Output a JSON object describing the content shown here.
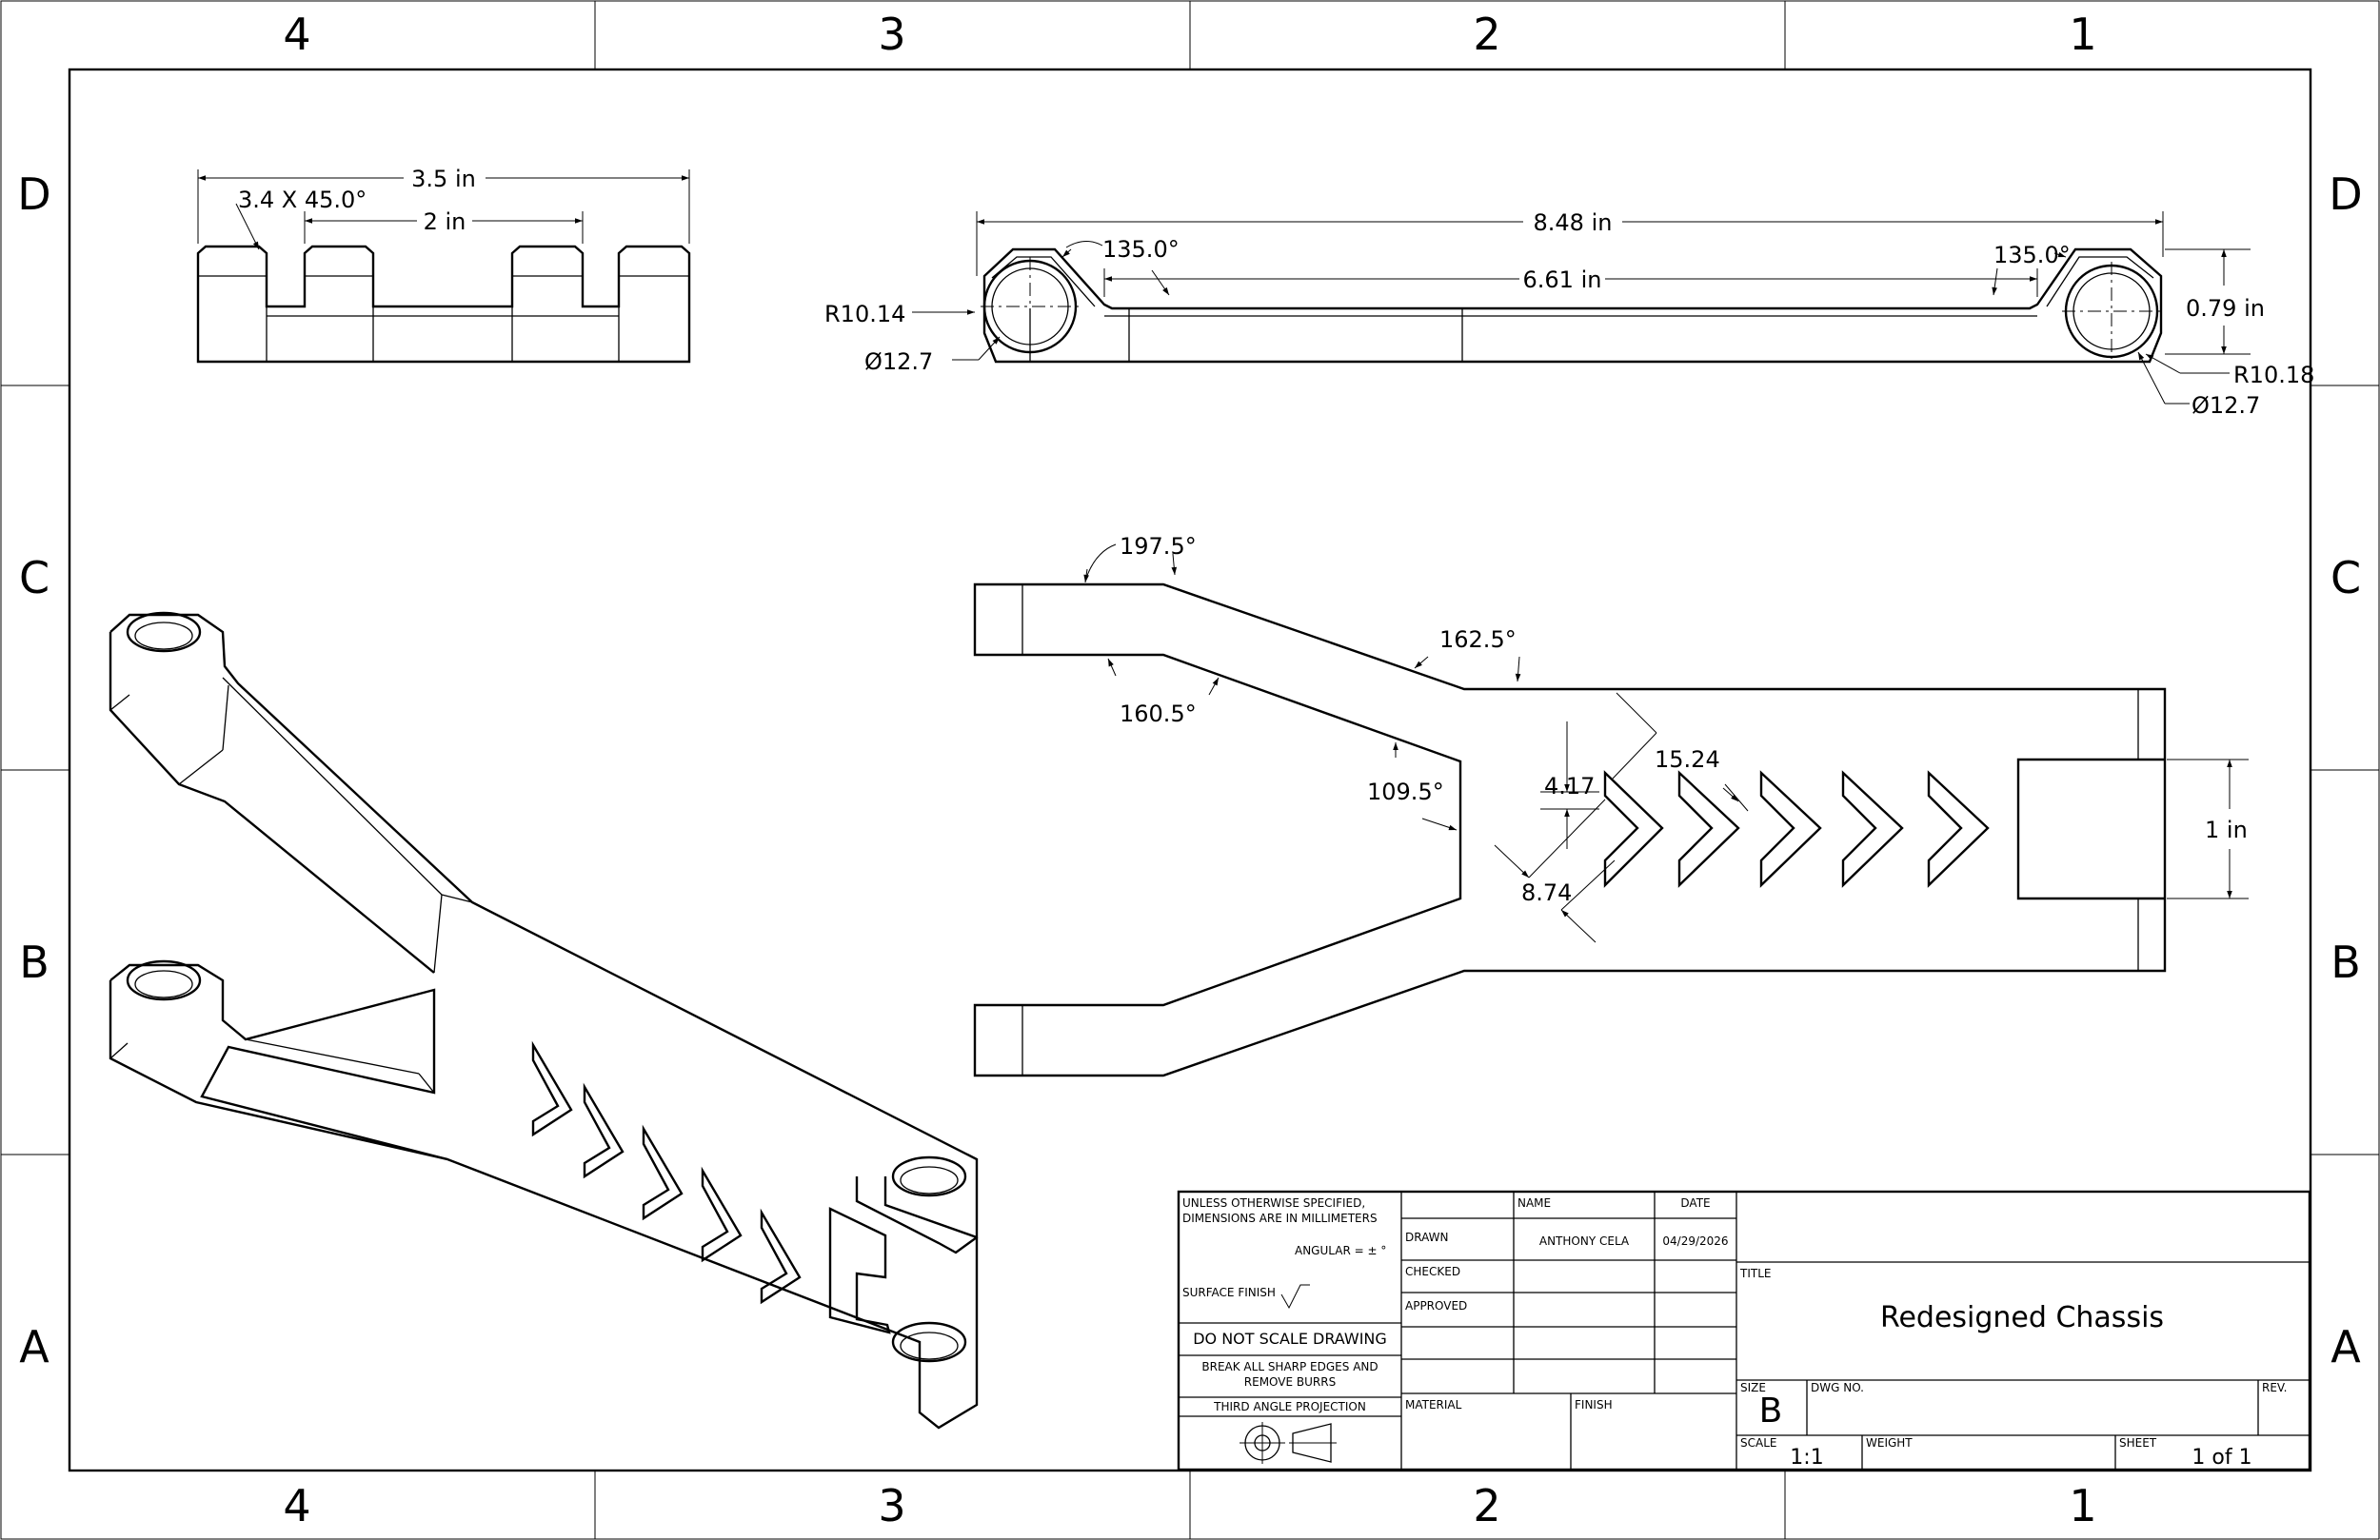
{
  "border": {
    "top_columns": [
      "4",
      "3",
      "2",
      "1"
    ],
    "bottom_columns": [
      "4",
      "3",
      "2",
      "1"
    ],
    "left_rows": [
      "D",
      "C",
      "B",
      "A"
    ],
    "right_rows": [
      "D",
      "C",
      "B",
      "A"
    ]
  },
  "front_view": {
    "overall_width": "3.5 in",
    "inner_spacing": "2 in",
    "chamfer": "3.4 X 45.0°"
  },
  "top_view": {
    "overall_length": "8.48 in",
    "inner_length": "6.61 in",
    "angle_left": "135.0°",
    "angle_right": "135.0°",
    "radius_left": "R10.14",
    "diameter_left": "Ø12.7",
    "height": "0.79 in",
    "radius_right": "R10.18",
    "diameter_right": "Ø12.7"
  },
  "side_view": {
    "angle_197": "197.5°",
    "angle_162": "162.5°",
    "angle_160": "160.5°",
    "angle_109": "109.5°",
    "dim_15": "15.24",
    "dim_4": "4.17",
    "dim_8": "8.74",
    "slot_width": "1 in"
  },
  "title_block": {
    "general_note": "UNLESS OTHERWISE SPECIFIED,",
    "general_note_2": "DIMENSIONS ARE IN MILLIMETERS",
    "angular": "ANGULAR = ± °",
    "surface_finish": "SURFACE FINISH",
    "do_not_scale": "DO NOT SCALE DRAWING",
    "break_edges": "BREAK ALL SHARP EDGES AND",
    "break_edges_2": "REMOVE BURRS",
    "projection": "THIRD ANGLE PROJECTION",
    "name_header": "NAME",
    "date_header": "DATE",
    "drawn_label": "DRAWN",
    "drawn_name": "ANTHONY CELA",
    "drawn_date": "04/29/2026",
    "checked_label": "CHECKED",
    "approved_label": "APPROVED",
    "material_label": "MATERIAL",
    "finish_label": "FINISH",
    "title_label": "TITLE",
    "title": "Redesigned Chassis",
    "size_label": "SIZE",
    "size": "B",
    "dwg_no_label": "DWG NO.",
    "rev_label": "REV.",
    "scale_label": "SCALE",
    "scale": "1:1",
    "weight_label": "WEIGHT",
    "sheet_label": "SHEET",
    "sheet": "1 of 1"
  }
}
